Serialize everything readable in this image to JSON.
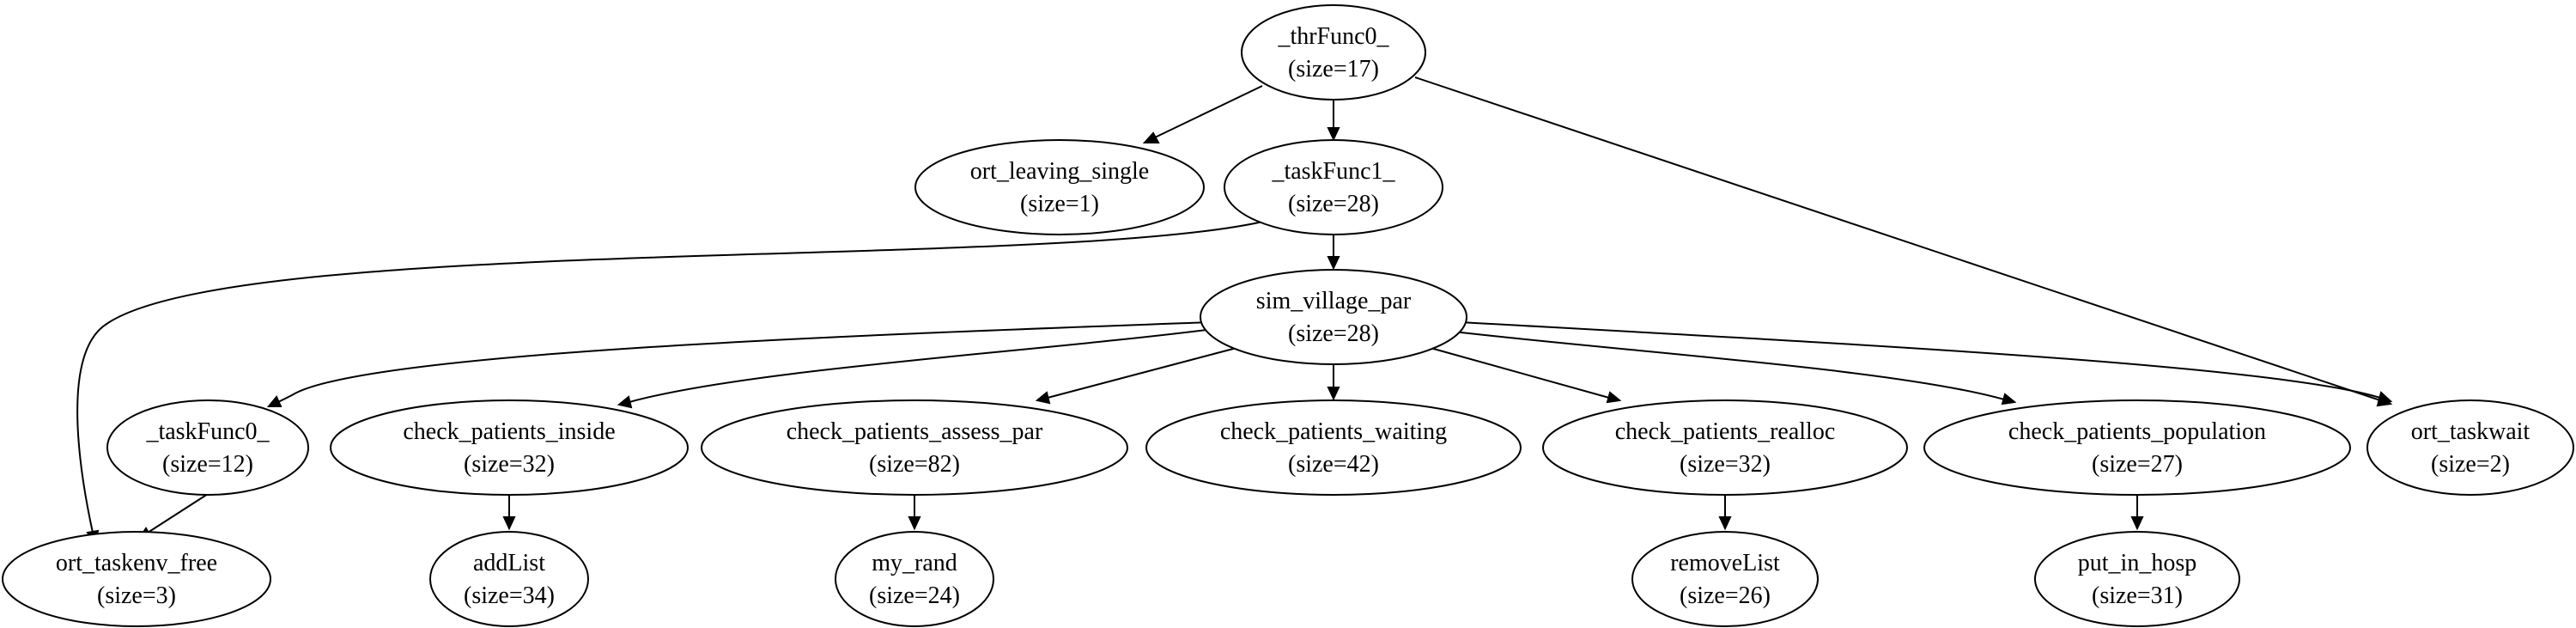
{
  "nodes": {
    "thrFunc0": {
      "name": "_thrFunc0_",
      "size": "(size=17)"
    },
    "ort_leaving_single": {
      "name": "ort_leaving_single",
      "size": "(size=1)"
    },
    "taskFunc1": {
      "name": "_taskFunc1_",
      "size": "(size=28)"
    },
    "sim_village_par": {
      "name": "sim_village_par",
      "size": "(size=28)"
    },
    "taskFunc0": {
      "name": "_taskFunc0_",
      "size": "(size=12)"
    },
    "check_patients_inside": {
      "name": "check_patients_inside",
      "size": "(size=32)"
    },
    "check_patients_assess_par": {
      "name": "check_patients_assess_par",
      "size": "(size=82)"
    },
    "check_patients_waiting": {
      "name": "check_patients_waiting",
      "size": "(size=42)"
    },
    "check_patients_realloc": {
      "name": "check_patients_realloc",
      "size": "(size=32)"
    },
    "check_patients_population": {
      "name": "check_patients_population",
      "size": "(size=27)"
    },
    "ort_taskwait": {
      "name": "ort_taskwait",
      "size": "(size=2)"
    },
    "ort_taskenv_free": {
      "name": "ort_taskenv_free",
      "size": "(size=3)"
    },
    "addList": {
      "name": "addList",
      "size": "(size=34)"
    },
    "my_rand": {
      "name": "my_rand",
      "size": "(size=24)"
    },
    "removeList": {
      "name": "removeList",
      "size": "(size=26)"
    },
    "put_in_hosp": {
      "name": "put_in_hosp",
      "size": "(size=31)"
    }
  }
}
